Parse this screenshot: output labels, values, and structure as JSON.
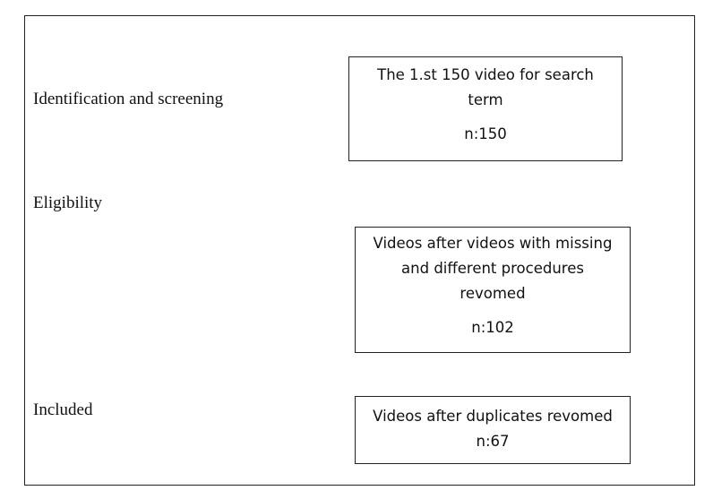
{
  "stages": {
    "identification": "Identification and screening",
    "eligibility": "Eligibility",
    "included": "Included"
  },
  "boxes": {
    "box1": {
      "lines": [
        "The 1.st 150 video for search",
        "term"
      ],
      "count": "n:150"
    },
    "box2": {
      "lines": [
        "Videos after videos with missing",
        "and different procedures",
        "revomed"
      ],
      "count": "n:102"
    },
    "box3": {
      "lines": [
        "Videos after duplicates revomed"
      ],
      "count": "n:67"
    }
  }
}
